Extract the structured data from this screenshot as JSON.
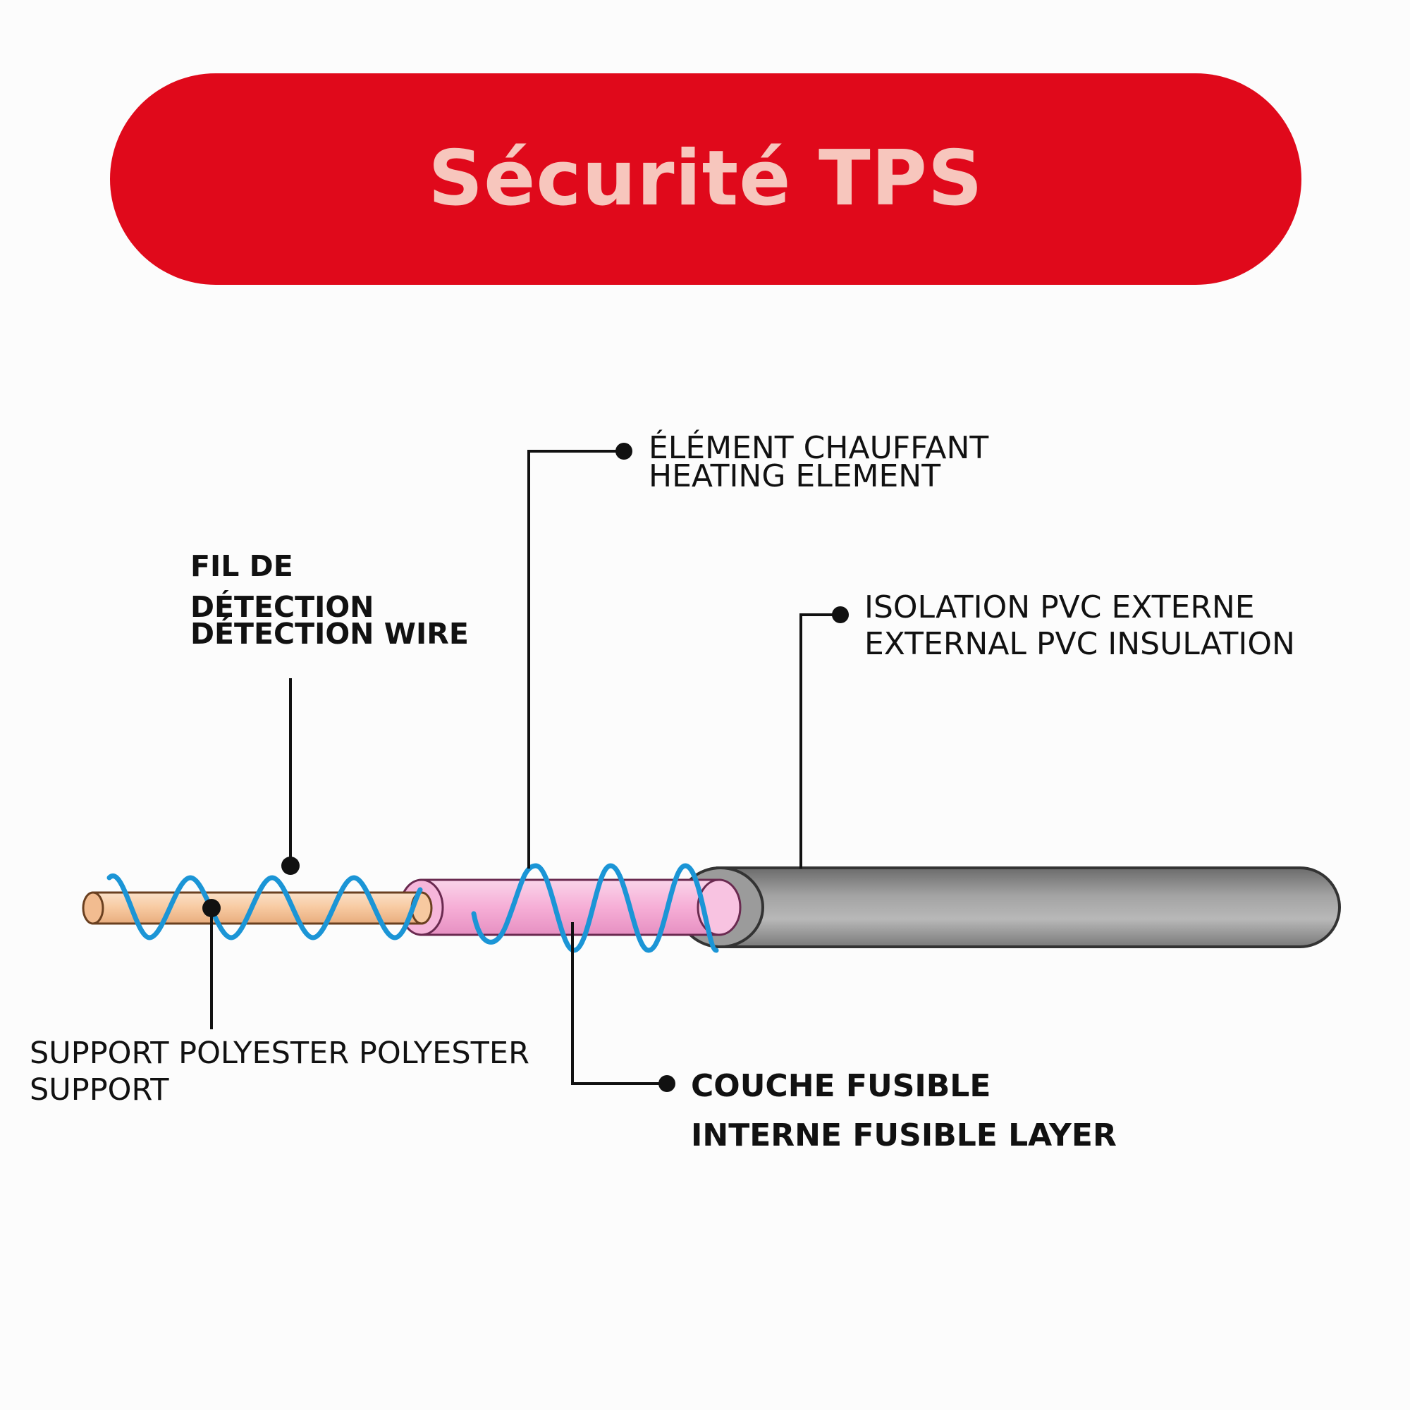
{
  "title": "Sécurité TPS",
  "colors": {
    "banner": "#e0091b",
    "banner_text": "#f7c6bd",
    "core_wire": "#f7c9a0",
    "fusible_layer": "#f6aed6",
    "pvc_insulation": "#8a8a8a",
    "heating_spiral": "#1b95d6",
    "leader_lines": "#111111"
  },
  "components": {
    "heating_element": {
      "line1": "ÉLÉMENT CHAUFFANT",
      "line2": "HEATING ELEMENT"
    },
    "pvc_insulation": {
      "line1": "ISOLATION PVC EXTERNE",
      "line2": "EXTERNAL PVC INSULATION"
    },
    "detection_wire": {
      "line1": "FIL DE",
      "line2": "DÉTECTION",
      "line3": "DÉTECTION WIRE"
    },
    "polyester_support": {
      "line1": "SUPPORT POLYESTER POLYESTER",
      "line2": "SUPPORT"
    },
    "fusible_layer": {
      "line1": "COUCHE FUSIBLE",
      "line2": "INTERNE FUSIBLE LAYER"
    }
  }
}
